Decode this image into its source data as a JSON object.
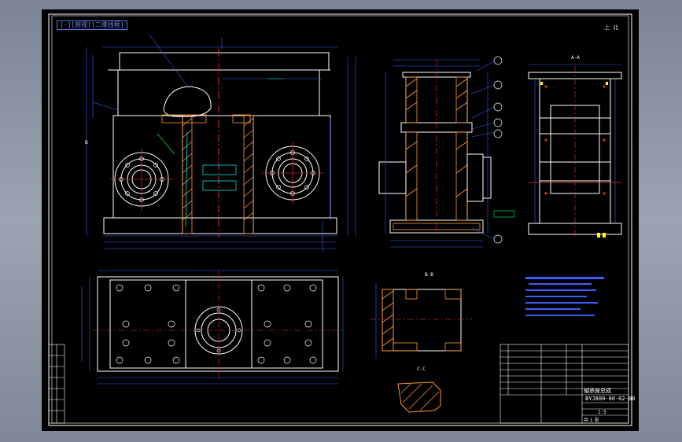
{
  "viewport_label": "[-][俯视][二维线框]",
  "nav_hint": "上 北",
  "views": {
    "section_a": "A-A",
    "section_b": "B-B",
    "section_c": "C-C",
    "view_arrow": "B"
  },
  "title_block": {
    "drawing_number": "BYJ800-00-02-00",
    "name": "轴承座总成",
    "scale": "1:5",
    "sheet": "共 1 张"
  },
  "colors": {
    "frame": "#ffffff",
    "geometry": "#00ffff",
    "dimension": "#3a5cff",
    "hatch": "#ff9a2e",
    "center": "#ff3030",
    "text": "#ffffff",
    "green": "#00ff66",
    "yellow": "#ffff00"
  }
}
